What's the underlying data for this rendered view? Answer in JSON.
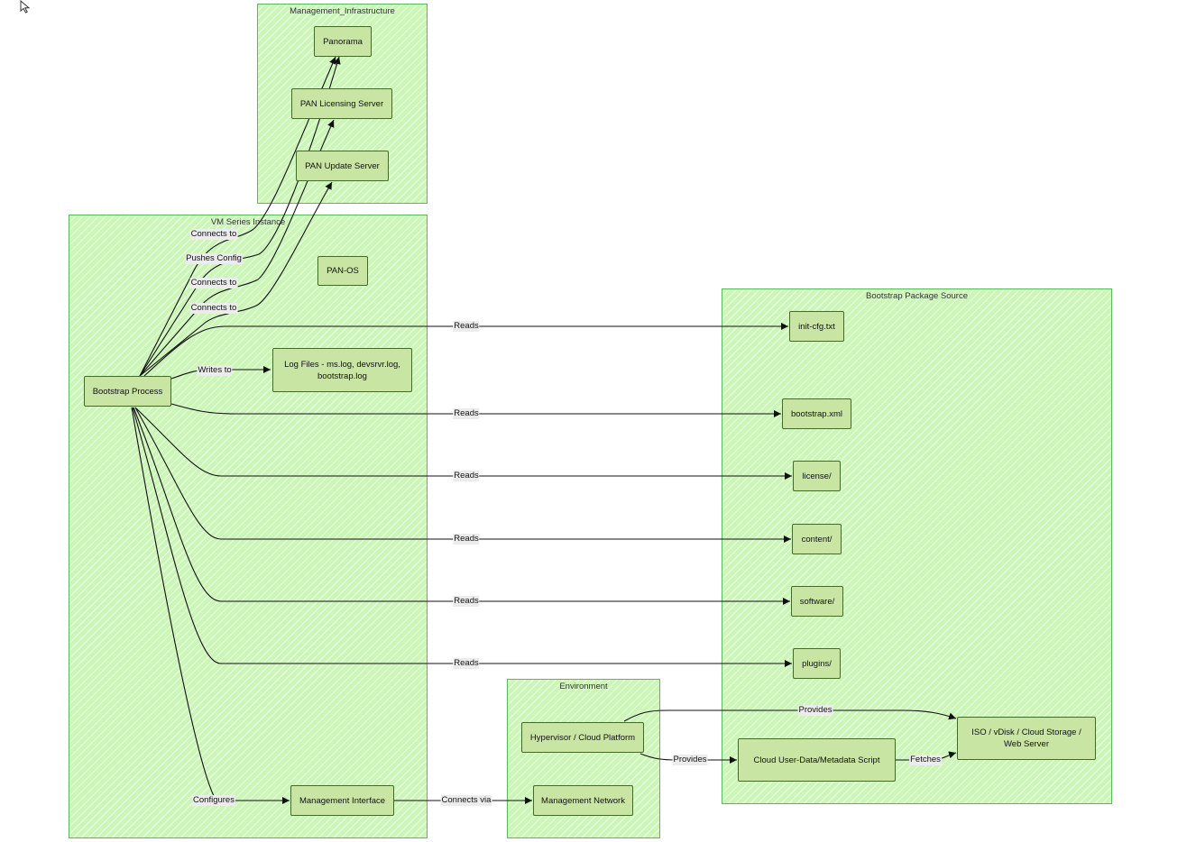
{
  "clusters": {
    "mgmt_infra": "Management_Infrastructure",
    "vm_instance": "VM Series Instance",
    "bootstrap_source": "Bootstrap Package Source",
    "environment": "Environment"
  },
  "nodes": {
    "panorama": "Panorama",
    "licensing": "PAN Licensing Server",
    "update": "PAN Update Server",
    "panos": "PAN-OS",
    "bootstrap": "Bootstrap Process",
    "logs": "Log Files - ms.log, devsrvr.log,\nbootstrap.log",
    "mgmt_iface": "Management Interface",
    "init_cfg": "init-cfg.txt",
    "bootstrap_xml": "bootstrap.xml",
    "license": "license/",
    "content": "content/",
    "software": "software/",
    "plugins": "plugins/",
    "iso": "ISO / vDisk / Cloud Storage /\nWeb Server",
    "hypervisor": "Hypervisor / Cloud Platform",
    "userdata": "Cloud User-Data/Metadata Script",
    "mgmt_net": "Management Network"
  },
  "edges": {
    "connects_panorama": "Connects to",
    "pushes_config": "Pushes Config",
    "connects_licensing": "Connects to",
    "connects_update": "Connects to",
    "writes_to": "Writes to",
    "reads_init": "Reads",
    "reads_xml": "Reads",
    "reads_license": "Reads",
    "reads_content": "Reads",
    "reads_software": "Reads",
    "reads_plugins": "Reads",
    "configures": "Configures",
    "connects_via": "Connects via",
    "provides_iso": "Provides",
    "provides_userdata": "Provides",
    "fetches": "Fetches"
  },
  "colors": {
    "cluster_fill": "#ccf5b8",
    "cluster_border": "#5cb85c",
    "node_fill": "#c8e5a3",
    "node_border": "#3f6e22",
    "edge": "#111111"
  }
}
